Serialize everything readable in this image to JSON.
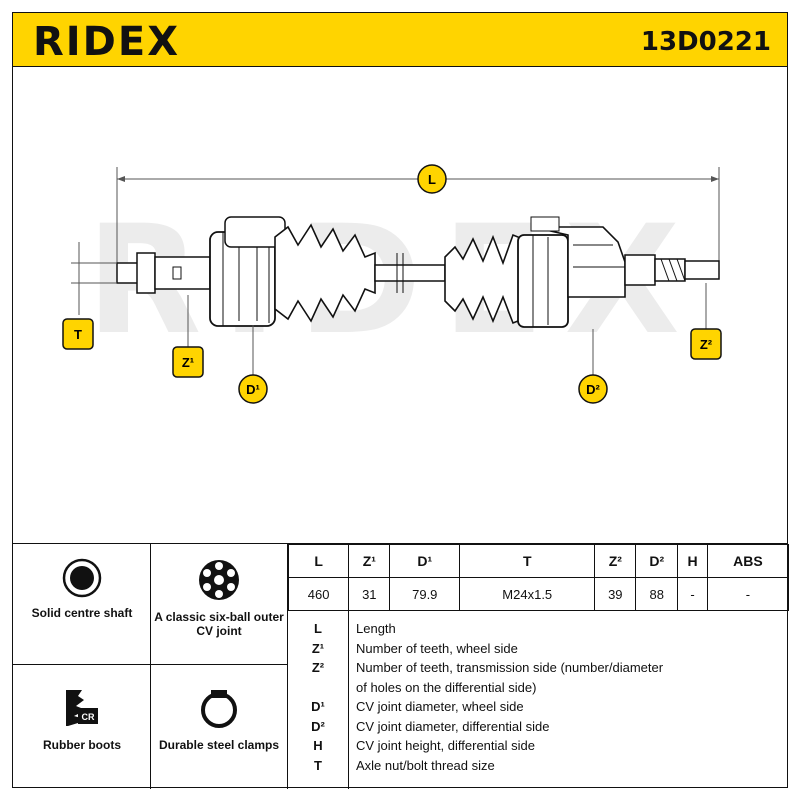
{
  "header": {
    "brand": "RIDEX",
    "part_number": "13D0221",
    "accent_color": "#ffd400"
  },
  "drawing": {
    "dimension_labels": {
      "L": "L",
      "T": "T",
      "Z1": "Z¹",
      "D1": "D¹",
      "D2": "D²",
      "Z2": "Z²"
    },
    "watermark": "RIDEX"
  },
  "features": [
    {
      "icon": "solid-shaft-icon",
      "label": "Solid centre shaft"
    },
    {
      "icon": "six-ball-joint-icon",
      "label": "A classic six-ball outer CV joint"
    },
    {
      "icon": "rubber-boot-icon",
      "label": "Rubber boots",
      "badge": "CR"
    },
    {
      "icon": "steel-clamp-icon",
      "label": "Durable steel clamps"
    }
  ],
  "specs": {
    "headers": [
      "L",
      "Z¹",
      "D¹",
      "T",
      "Z²",
      "D²",
      "H",
      "ABS"
    ],
    "values": [
      "460",
      "31",
      "79.9",
      "M24x1.5",
      "39",
      "88",
      "-",
      "-"
    ]
  },
  "legend": [
    {
      "key": "L",
      "text": "Length"
    },
    {
      "key": "Z¹",
      "text": "Number of teeth, wheel side"
    },
    {
      "key": "Z²",
      "text": "Number of teeth, transmission side (number/diameter",
      "text2": "of holes on the differential side)"
    },
    {
      "key": "D¹",
      "text": "CV joint diameter, wheel side"
    },
    {
      "key": "D²",
      "text": "CV joint diameter, differential side"
    },
    {
      "key": "H",
      "text": "CV joint height, differential side"
    },
    {
      "key": "T",
      "text": "Axle nut/bolt thread size"
    }
  ]
}
